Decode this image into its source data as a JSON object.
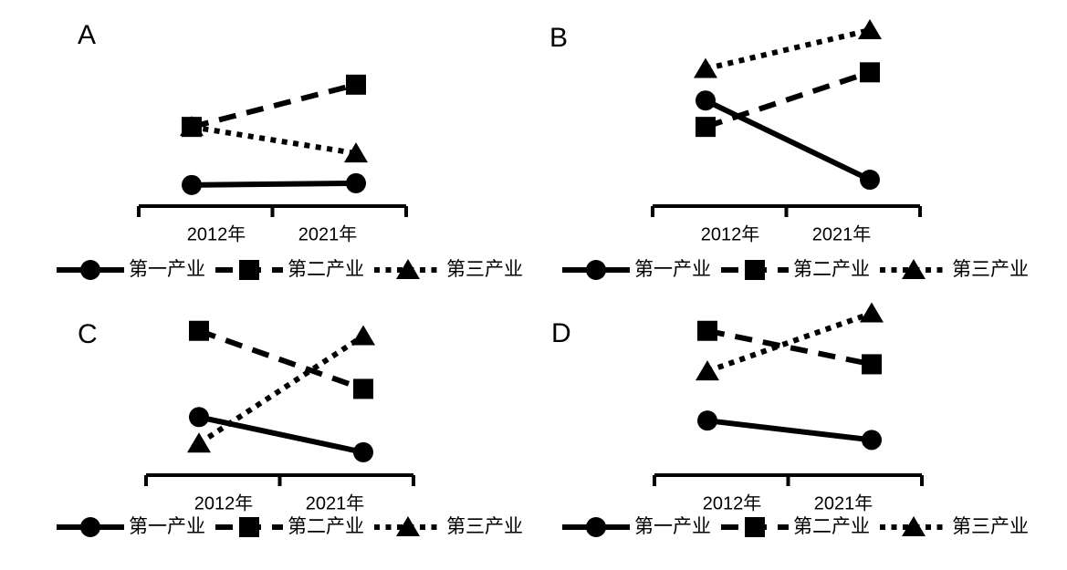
{
  "figure": {
    "background_color": "#ffffff",
    "ink_color": "#000000",
    "description_visible_text_only": true
  },
  "legend": {
    "items": [
      {
        "label": "第一产业",
        "marker": "circle",
        "line_style": "solid"
      },
      {
        "label": "第二产业",
        "marker": "square",
        "line_style": "dashed"
      },
      {
        "label": "第三产业",
        "marker": "triangle",
        "line_style": "dotted"
      }
    ]
  },
  "chart_data": [
    {
      "panel": "A",
      "type": "line",
      "x": [
        "2012年",
        "2021年"
      ],
      "value_scale": "relative height 0-100 (no numeric axis shown)",
      "legend_position": "bottom",
      "series": [
        {
          "name": "第一产业",
          "marker": "circle",
          "line_style": "solid",
          "values": [
            12,
            13
          ]
        },
        {
          "name": "第二产业",
          "marker": "square",
          "line_style": "dashed",
          "values": [
            45,
            69
          ]
        },
        {
          "name": "第三产业",
          "marker": "triangle",
          "line_style": "dotted",
          "values": [
            45,
            30
          ]
        }
      ]
    },
    {
      "panel": "B",
      "type": "line",
      "x": [
        "2012年",
        "2021年"
      ],
      "value_scale": "relative height 0-100 (no numeric axis shown)",
      "legend_position": "bottom",
      "series": [
        {
          "name": "第一产业",
          "marker": "circle",
          "line_style": "solid",
          "values": [
            60,
            15
          ]
        },
        {
          "name": "第二产业",
          "marker": "square",
          "line_style": "dashed",
          "values": [
            45,
            76
          ]
        },
        {
          "name": "第三产业",
          "marker": "triangle",
          "line_style": "dotted",
          "values": [
            78,
            100
          ]
        }
      ]
    },
    {
      "panel": "C",
      "type": "line",
      "x": [
        "2012年",
        "2021年"
      ],
      "value_scale": "relative height 0-100 (no numeric axis shown)",
      "legend_position": "bottom",
      "series": [
        {
          "name": "第一产业",
          "marker": "circle",
          "line_style": "solid",
          "values": [
            33,
            13
          ]
        },
        {
          "name": "第二产业",
          "marker": "square",
          "line_style": "dashed",
          "values": [
            82,
            49
          ]
        },
        {
          "name": "第三产业",
          "marker": "triangle",
          "line_style": "dotted",
          "values": [
            18,
            79
          ]
        }
      ]
    },
    {
      "panel": "D",
      "type": "line",
      "x": [
        "2012年",
        "2021年"
      ],
      "value_scale": "relative height 0-100 (no numeric axis shown)",
      "legend_position": "bottom",
      "series": [
        {
          "name": "第一产业",
          "marker": "circle",
          "line_style": "solid",
          "values": [
            31,
            20
          ]
        },
        {
          "name": "第二产业",
          "marker": "square",
          "line_style": "dashed",
          "values": [
            82,
            63
          ]
        },
        {
          "name": "第三产业",
          "marker": "triangle",
          "line_style": "dotted",
          "values": [
            59,
            92
          ]
        }
      ]
    }
  ]
}
